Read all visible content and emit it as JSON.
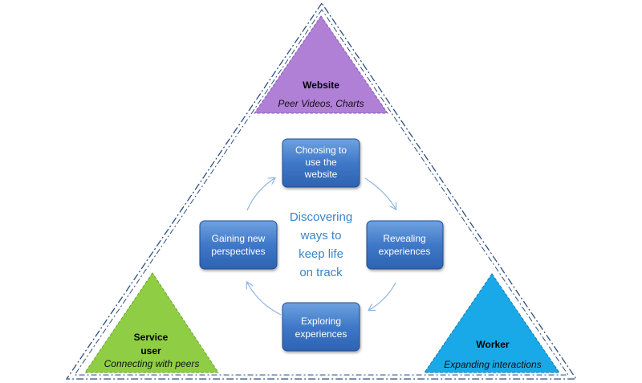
{
  "colors": {
    "website_fill": "#b07fd6",
    "service_user_fill": "#8fce44",
    "worker_fill": "#1aa9e8",
    "box_top": "#6ea2e0",
    "box_bottom": "#2e62b2",
    "center_text": "#3a84c9",
    "outline": "#2f4f7f"
  },
  "corners": {
    "website": {
      "title": "Website",
      "subtitle": "Peer Videos, Charts"
    },
    "service_user": {
      "title_line1": "Service",
      "title_line2": "user",
      "subtitle": "Connecting with peers"
    },
    "worker": {
      "title": "Worker",
      "subtitle": "Expanding interactions"
    }
  },
  "cycle": {
    "center": {
      "line1": "Discovering",
      "line2": "ways to",
      "line3": "keep life",
      "line4": "on track"
    },
    "top": {
      "line1": "Choosing to",
      "line2": "use the",
      "line3": "website"
    },
    "right": {
      "line1": "Revealing",
      "line2": "experiences"
    },
    "bottom": {
      "line1": "Exploring",
      "line2": "experiences"
    },
    "left": {
      "line1": "Gaining new",
      "line2": "perspectives"
    }
  }
}
